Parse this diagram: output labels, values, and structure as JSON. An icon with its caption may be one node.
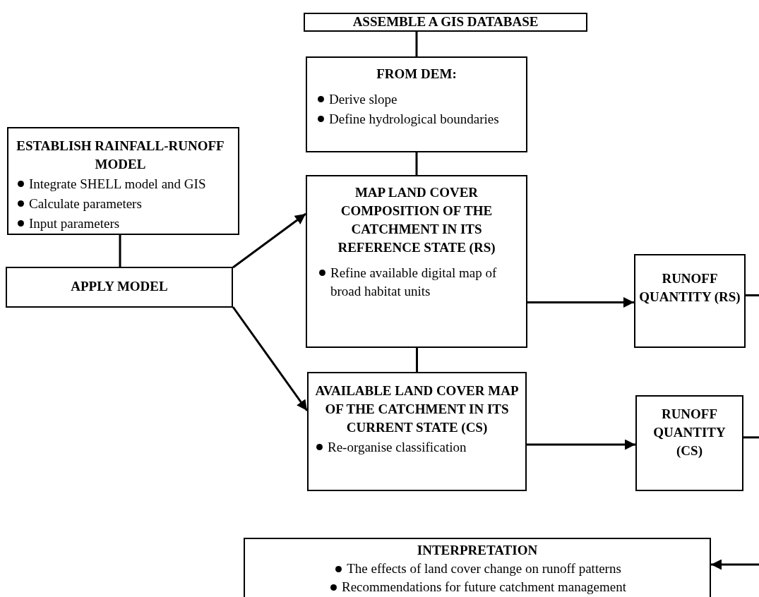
{
  "diagram": {
    "nodes": [
      {
        "text": [
          "ASSEMBLE A GIS DATABASE"
        ]
      },
      {
        "text": [
          "FROM DEM:",
          "Derive slope",
          "Define hydrological boundaries"
        ]
      },
      {
        "text": [
          "ESTABLISH RAINFALL-RUNOFF MODEL",
          "Integrate SHELL model and GIS",
          "Calculate parameters",
          "Input parameters"
        ]
      },
      {
        "text": [
          "APPLY MODEL"
        ]
      },
      {
        "text": [
          "MAP LAND COVER COMPOSITION OF THE CATCHMENT IN ITS REFERENCE STATE (RS)",
          "Refine available digital map of broad habitat units"
        ]
      },
      {
        "text": [
          "RUNOFF QUANTITY (RS)"
        ]
      },
      {
        "text": [
          "AVAILABLE LAND COVER MAP OF THE CATCHMENT IN ITS CURRENT STATE (CS)",
          "Re-organise classification"
        ]
      },
      {
        "text": [
          "RUNOFF QUANTITY (CS)"
        ]
      },
      {
        "text": [
          "INTERPRETATION",
          "The effects of land cover change on runoff patterns",
          "Recommendations for future catchment management"
        ]
      }
    ],
    "edges": [
      {
        "from": 0,
        "to": 1,
        "arrow": "none"
      },
      {
        "from": 1,
        "to": 4,
        "arrow": "none"
      },
      {
        "from": 4,
        "to": 6,
        "arrow": "none"
      },
      {
        "from": 2,
        "to": 3,
        "arrow": "none"
      },
      {
        "from": 3,
        "to": 4,
        "arrow": "to"
      },
      {
        "from": 3,
        "to": 6,
        "arrow": "to"
      },
      {
        "from": 4,
        "to": 5,
        "arrow": "to"
      },
      {
        "from": 6,
        "to": 7,
        "arrow": "to"
      },
      {
        "from": 5,
        "to": null,
        "arrow": "none"
      },
      {
        "from": 7,
        "to": null,
        "arrow": "none"
      },
      {
        "from": null,
        "to": 8,
        "arrow": "to"
      }
    ]
  }
}
